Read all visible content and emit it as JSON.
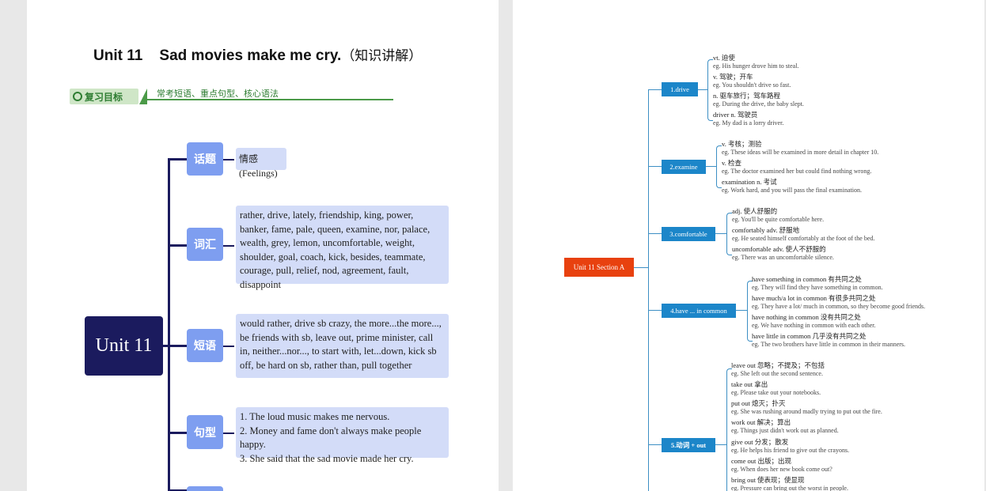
{
  "page1": {
    "title": "Unit 11    Sad movies make me cry.",
    "title_cn": "（知识讲解）",
    "goal_badge": "复习目标",
    "goal_text": "常考短语、重点句型、核心语法",
    "center": "Unit 11",
    "categories": [
      {
        "label": "话题",
        "content": "情感(Feelings)"
      },
      {
        "label": "词汇",
        "content": "rather, drive, lately, friendship, king, power, banker, fame, pale, queen, examine, nor, palace, wealth, grey, lemon, uncomfortable, weight, shoulder, goal, coach, kick, besides, teammate, courage, pull, relief, nod, agreement, fault, disappoint"
      },
      {
        "label": "短语",
        "content": "would rather, drive sb crazy, the more...the more..., be friends with sb, leave out, prime minister, call in, neither...nor..., to start with, let...down, kick sb off, be hard on sb, rather than, pull together"
      },
      {
        "label": "句型",
        "lines": [
          "1. The loud music makes me nervous.",
          "2. Money and fame don't always make people happy.",
          "3. She said that the sad movie made her cry."
        ]
      }
    ]
  },
  "page2": {
    "root": "Unit 11 Section A",
    "nodes": [
      {
        "label": "1.drive",
        "entries": [
          {
            "h": "vt.  迫使",
            "e": "eg. His hunger drove him to steal."
          },
          {
            "h": "v.  驾驶；开车",
            "e": "eg. You shouldn't drive so fast."
          },
          {
            "h": "n.  驱车旅行；驾车路程",
            "e": "eg. During the drive, the baby slept."
          },
          {
            "h": "driver  n.  驾驶员",
            "e": "eg. My dad is a lorry driver."
          }
        ]
      },
      {
        "label": "2.examine",
        "entries": [
          {
            "h": "v.  考核；测验",
            "e": "eg. These ideas will be examined in more detail in chapter 10."
          },
          {
            "h": "v.  检查",
            "e": "eg. The doctor examined her but could find nothing wrong."
          },
          {
            "h": "examination  n.  考试",
            "e": "eg. Work hard, and you will pass the final examination."
          }
        ]
      },
      {
        "label": "3.comfortable",
        "entries": [
          {
            "h": "adj.  使人舒服的",
            "e": "eg. You'll be quite comfortable here."
          },
          {
            "h": "comfortably  adv.  舒服地",
            "e": "eg. He seated himself comfortably at the foot of the bed."
          },
          {
            "h": "uncomfortable  adv.  使人不舒服的",
            "e": "eg. There was an uncomfortable silence."
          }
        ]
      },
      {
        "label": "4.have ... in common",
        "entries": [
          {
            "h": "have something in common  有共同之处",
            "e": "eg. They will find they have something in common."
          },
          {
            "h": "have much/a lot in common  有很多共同之处",
            "e": "eg. They have a lot/ much in common, so they become good friends."
          },
          {
            "h": "have nothing in common  没有共同之处",
            "e": "eg. We have nothing in common with each other."
          },
          {
            "h": "have little in common  几乎没有共同之处",
            "e": "eg. The two brothers have little in common in their manners."
          }
        ]
      },
      {
        "label": "5.动词 + out",
        "entries": [
          {
            "h": "leave out  忽略；不提及；不包括",
            "e": "eg. She left out the second sentence."
          },
          {
            "h": "take out  拿出",
            "e": "eg. Please take out your notebooks."
          },
          {
            "h": "put out  熄灭；扑灭",
            "e": "eg. She was rushing around madly trying to put out the fire."
          },
          {
            "h": "work out  解决；算出",
            "e": "eg. Things just didn't work out as planned."
          },
          {
            "h": "give out  分发；散发",
            "e": "eg. He helps his friend to give out the crayons."
          },
          {
            "h": "come out  出版；出现",
            "e": "eg. When does her new book come out?"
          },
          {
            "h": "bring out  使表现；使显现",
            "e": "eg. Pressure can bring out the worst in people."
          }
        ]
      }
    ]
  },
  "colors": {
    "navy": "#1b1b5e",
    "category": "#7e9ef0",
    "detail": "#d3dcf8",
    "root": "#e8410f",
    "node": "#1c86c9",
    "goal_green": "#4b9a48"
  }
}
